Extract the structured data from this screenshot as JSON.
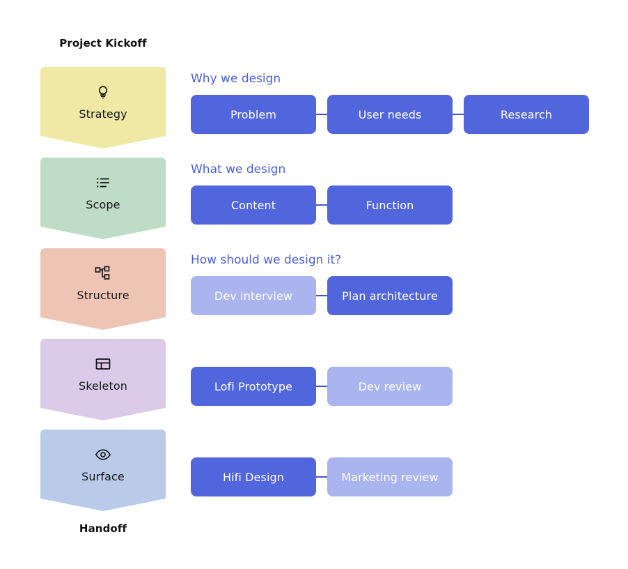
{
  "diagram": {
    "milestone_start": "Project Kickoff",
    "milestone_end": "Handoff",
    "colors": {
      "strategy": "#f0e9a6",
      "scope": "#bfdcc6",
      "structure": "#eec5b4",
      "skeleton": "#dccbe8",
      "surface": "#bacbea",
      "card_solid": "#5165dc",
      "card_muted": "#aab4ee",
      "title_blue": "#4a5ce8",
      "connector": "#4355c9"
    },
    "stages": [
      {
        "label": "Strategy",
        "icon": "lightbulb-icon",
        "color": "#f0e9a6"
      },
      {
        "label": "Scope",
        "icon": "list-icon",
        "color": "#bfdcc6"
      },
      {
        "label": "Structure",
        "icon": "sitemap-icon",
        "color": "#eec5b4"
      },
      {
        "label": "Skeleton",
        "icon": "layout-icon",
        "color": "#dccbe8"
      },
      {
        "label": "Surface",
        "icon": "eye-icon",
        "color": "#bacbea"
      }
    ],
    "phases": [
      {
        "title": "Why we design",
        "cards": [
          {
            "label": "Problem",
            "state": "solid"
          },
          {
            "label": "User needs",
            "state": "solid"
          },
          {
            "label": "Research",
            "state": "solid"
          }
        ]
      },
      {
        "title": "What we design",
        "cards": [
          {
            "label": "Content",
            "state": "solid"
          },
          {
            "label": "Function",
            "state": "solid"
          }
        ]
      },
      {
        "title": "How should we design it?",
        "cards": [
          {
            "label": "Dev interview",
            "state": "muted"
          },
          {
            "label": "Plan architecture",
            "state": "solid"
          }
        ]
      },
      {
        "title": "",
        "cards": [
          {
            "label": "Lofi Prototype",
            "state": "solid"
          },
          {
            "label": "Dev review",
            "state": "muted"
          }
        ]
      },
      {
        "title": "",
        "cards": [
          {
            "label": "Hifi Design",
            "state": "solid"
          },
          {
            "label": "Marketing review",
            "state": "muted"
          }
        ]
      }
    ]
  }
}
